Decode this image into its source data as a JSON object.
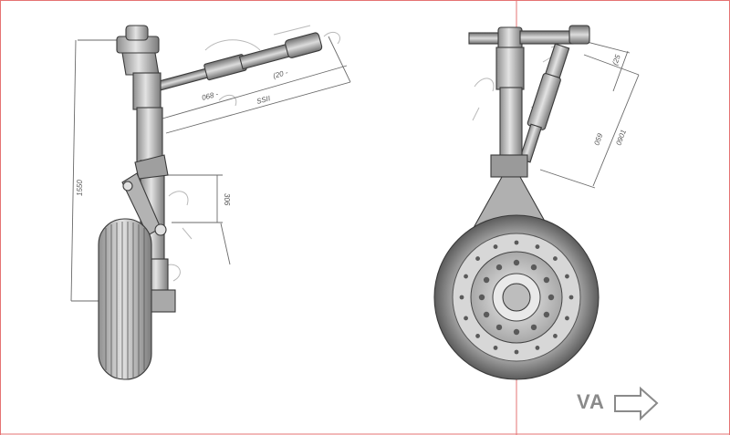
{
  "left_view": {
    "dim_upper_a": "068 - ",
    "dim_upper_b": "(20 - ",
    "dim_lower": "SSII",
    "dim_height": "1550",
    "dim_short": "306"
  },
  "right_view": {
    "dim_a": "(25",
    "dim_b": "059",
    "dim_c": "0901"
  },
  "direction": {
    "label": "VA"
  },
  "colors": {
    "frame_line": "#e57373",
    "metal": "#c9c9c9",
    "tire": "#8f8f8f",
    "outline": "#3a3a3a"
  }
}
